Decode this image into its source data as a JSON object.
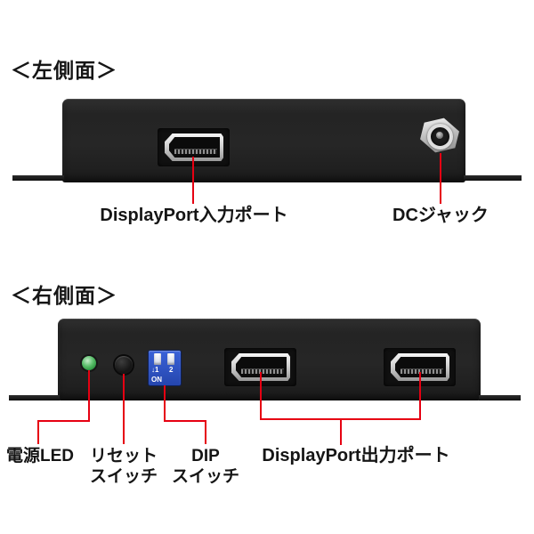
{
  "diagram": {
    "left_view": {
      "title": "＜左側面＞",
      "dp_input_label": "DisplayPort入力ポート",
      "dc_jack_label": "DCジャック"
    },
    "right_view": {
      "title": "＜右側面＞",
      "power_led_label": "電源LED",
      "reset_label_line1": "リセット",
      "reset_label_line2": "スイッチ",
      "dip_label_line1": "DIP",
      "dip_label_line2": "スイッチ",
      "dp_output_label": "DisplayPort出力ポート",
      "dip_switch": {
        "marking_1": "↓1",
        "marking_2": "2",
        "marking_on": "ON"
      }
    },
    "colors": {
      "annotation_red": "#e60012",
      "device_body": "#232323",
      "dip_blue": "#2b4fc4",
      "led_green": "#46b450"
    }
  }
}
